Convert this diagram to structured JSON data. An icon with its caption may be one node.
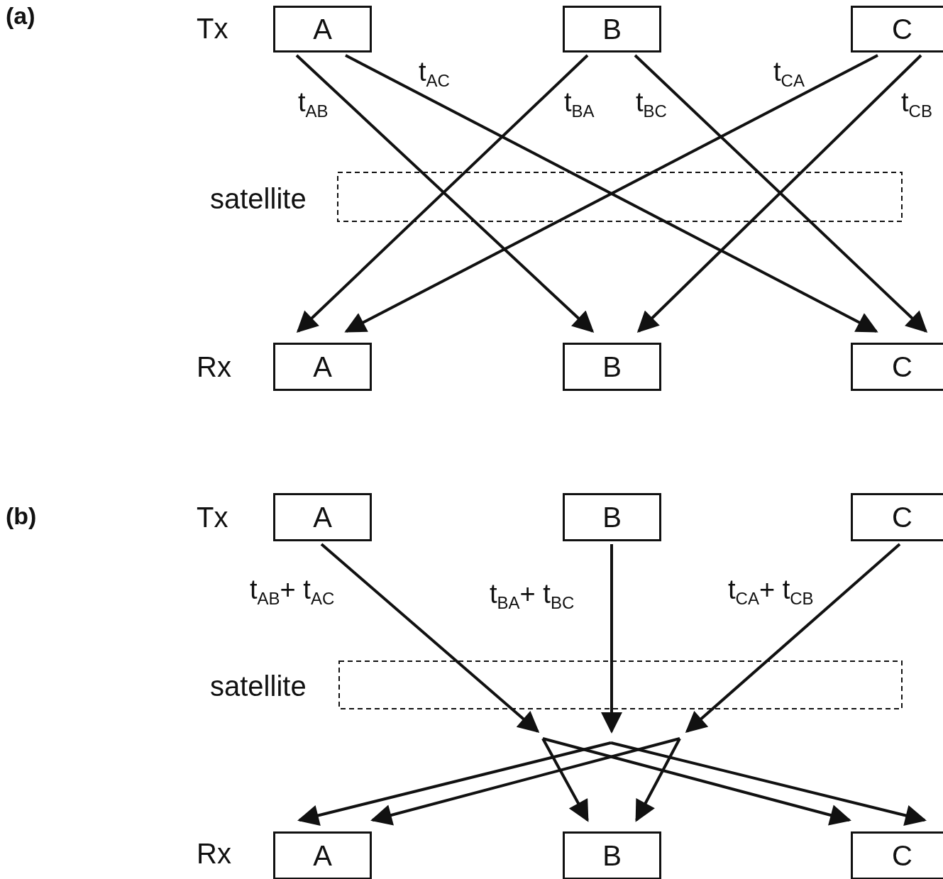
{
  "diagram": {
    "nodes": [
      {
        "text": [
          "A"
        ]
      },
      {
        "text": [
          "B"
        ]
      },
      {
        "text": [
          "C"
        ]
      },
      {
        "text": [
          "A"
        ]
      },
      {
        "text": [
          "B"
        ]
      },
      {
        "text": [
          "C"
        ]
      },
      {
        "text": [
          "A"
        ]
      },
      {
        "text": [
          "B"
        ]
      },
      {
        "text": [
          "C"
        ]
      },
      {
        "text": [
          "A"
        ]
      },
      {
        "text": [
          "B"
        ]
      },
      {
        "text": [
          "C"
        ]
      }
    ],
    "edges": [
      {
        "from": 0,
        "to": 4,
        "arrow": "to",
        "label": "t$_{AB}$"
      },
      {
        "from": 0,
        "to": 5,
        "arrow": "to",
        "label": "t$_{AC}$"
      },
      {
        "from": 1,
        "to": 3,
        "arrow": "to",
        "label": "t$_{BA}$"
      },
      {
        "from": 1,
        "to": 5,
        "arrow": "to",
        "label": "t$_{BC}$"
      },
      {
        "from": 2,
        "to": 3,
        "arrow": "to",
        "label": "t$_{CA}$"
      },
      {
        "from": 2,
        "to": 4,
        "arrow": "to",
        "label": "t$_{CB}$"
      },
      {
        "from": 6,
        "to": null,
        "arrow": "to",
        "label": "t$_{AB}$+ t$_{AC}$"
      },
      {
        "from": 7,
        "to": null,
        "arrow": "to",
        "label": "t$_{BA}$+ t$_{BC}$"
      },
      {
        "from": 8,
        "to": null,
        "arrow": "to",
        "label": "t$_{CA}$+ t$_{CB}$"
      },
      {
        "from": null,
        "to": 10,
        "arrow": "to"
      },
      {
        "from": null,
        "to": 11,
        "arrow": "to"
      },
      {
        "from": null,
        "to": 9,
        "arrow": "to"
      },
      {
        "from": null,
        "to": 11,
        "arrow": "to"
      },
      {
        "from": null,
        "to": 9,
        "arrow": "to"
      },
      {
        "from": null,
        "to": 10,
        "arrow": "to"
      }
    ],
    "labels": [
      "(a)",
      "Tx",
      "satellite",
      "Rx",
      "(b)",
      "Tx",
      "satellite",
      "Rx"
    ]
  }
}
